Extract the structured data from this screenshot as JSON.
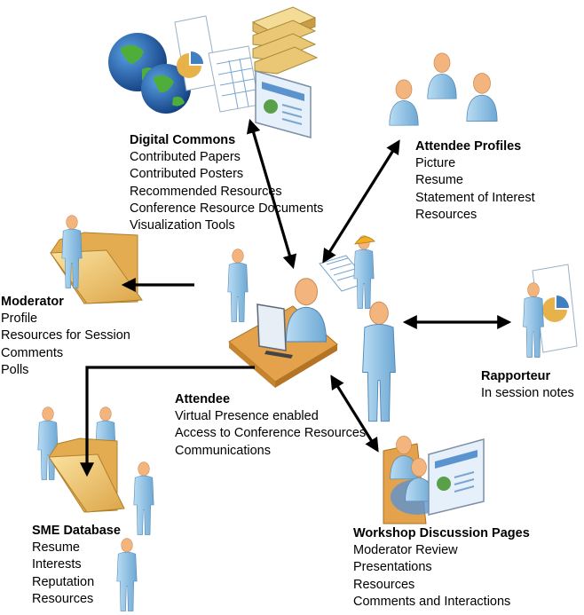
{
  "colors": {
    "person_body": "#8fc1e3",
    "person_head": "#f3b47e",
    "arrow": "#000000",
    "folder": "#f2c25c",
    "globe_ocean": "#1f5fa8",
    "globe_land": "#4fae3a",
    "books": "#e9c774",
    "desk": "#e4a24c",
    "hardhat": "#f0b020"
  },
  "icons": [
    "globe-icon",
    "document-icon",
    "books-icon",
    "spreadsheet-icon",
    "screen-icon",
    "person-icon",
    "folder-icon",
    "desk-icon",
    "blueprint-icon",
    "pie-chart-icon"
  ],
  "nodes": {
    "digital_commons": {
      "title": "Digital Commons",
      "items": [
        "Contributed Papers",
        "Contributed Posters",
        "Recommended Resources",
        "Conference Resource Documents",
        "Visualization Tools"
      ]
    },
    "attendee_profiles": {
      "title": "Attendee Profiles",
      "items": [
        "Picture",
        "Resume",
        "Statement of Interest",
        "Resources"
      ]
    },
    "moderator": {
      "title": "Moderator",
      "items": [
        "Profile",
        "Resources for Session",
        "Comments",
        "Polls"
      ]
    },
    "rapporteur": {
      "title": "Rapporteur",
      "items": [
        "In session notes"
      ]
    },
    "attendee": {
      "title": "Attendee",
      "items": [
        "Virtual Presence enabled",
        "Access to Conference Resources",
        "Communications"
      ]
    },
    "sme_database": {
      "title": "SME Database",
      "items": [
        "Resume",
        "Interests",
        "Reputation",
        "Resources"
      ]
    },
    "workshop": {
      "title": "Workshop Discussion Pages",
      "items": [
        "Moderator Review",
        "Presentations",
        "Resources",
        "Comments and Interactions"
      ]
    }
  }
}
